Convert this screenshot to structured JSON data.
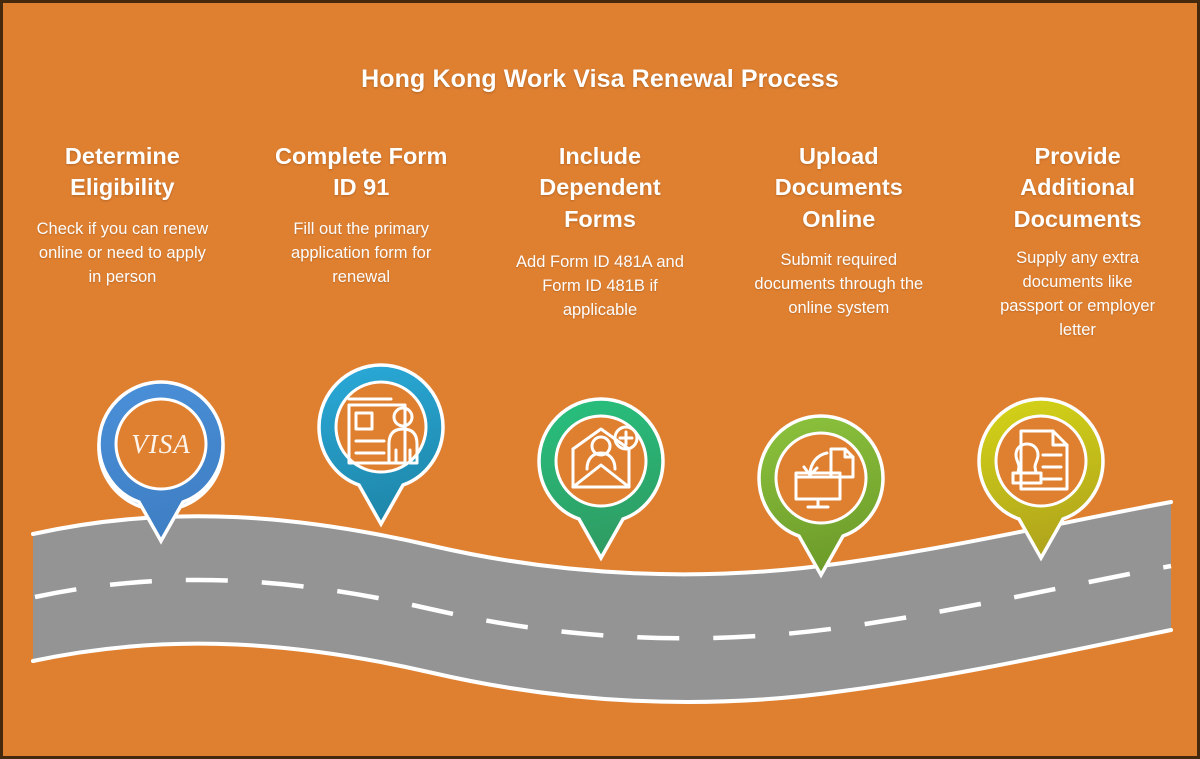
{
  "theme": {
    "background": "#df8031",
    "border": "#45290f",
    "road_fill": "#949494",
    "road_edge": "#ffffff",
    "lane_dash": "#ffffff",
    "text": "#ffffff"
  },
  "header": {
    "title": "Hong Kong Work Visa Renewal Process"
  },
  "steps": [
    {
      "index": 1,
      "heading": "Determine Eligibility",
      "description": "Check if you can renew online or need to apply in person",
      "icon": "visa-card-icon",
      "icon_label": "VISA",
      "color_start": "#4a90d9",
      "color_end": "#3f7fc4"
    },
    {
      "index": 2,
      "heading": "Complete Form ID 91",
      "description": "Fill out the primary application form for renewal",
      "icon": "application-form-person-icon",
      "icon_label": "",
      "color_start": "#2aa9d8",
      "color_end": "#1f87aa"
    },
    {
      "index": 3,
      "heading": "Include Dependent Forms",
      "description": "Add Form ID 481A and Form ID 481B if applicable",
      "icon": "envelope-add-person-icon",
      "icon_label": "",
      "color_start": "#27c07e",
      "color_end": "#2f9c63"
    },
    {
      "index": 4,
      "heading": "Upload Documents Online",
      "description": "Submit required documents through the online system",
      "icon": "upload-monitor-document-icon",
      "icon_label": "",
      "color_start": "#8cc23d",
      "color_end": "#6d9c2a"
    },
    {
      "index": 5,
      "heading": "Provide Additional Documents",
      "description": "Supply any extra documents like passport or employer letter",
      "icon": "stamped-document-icon",
      "icon_label": "",
      "color_start": "#d4d317",
      "color_end": "#b0a51c"
    }
  ]
}
